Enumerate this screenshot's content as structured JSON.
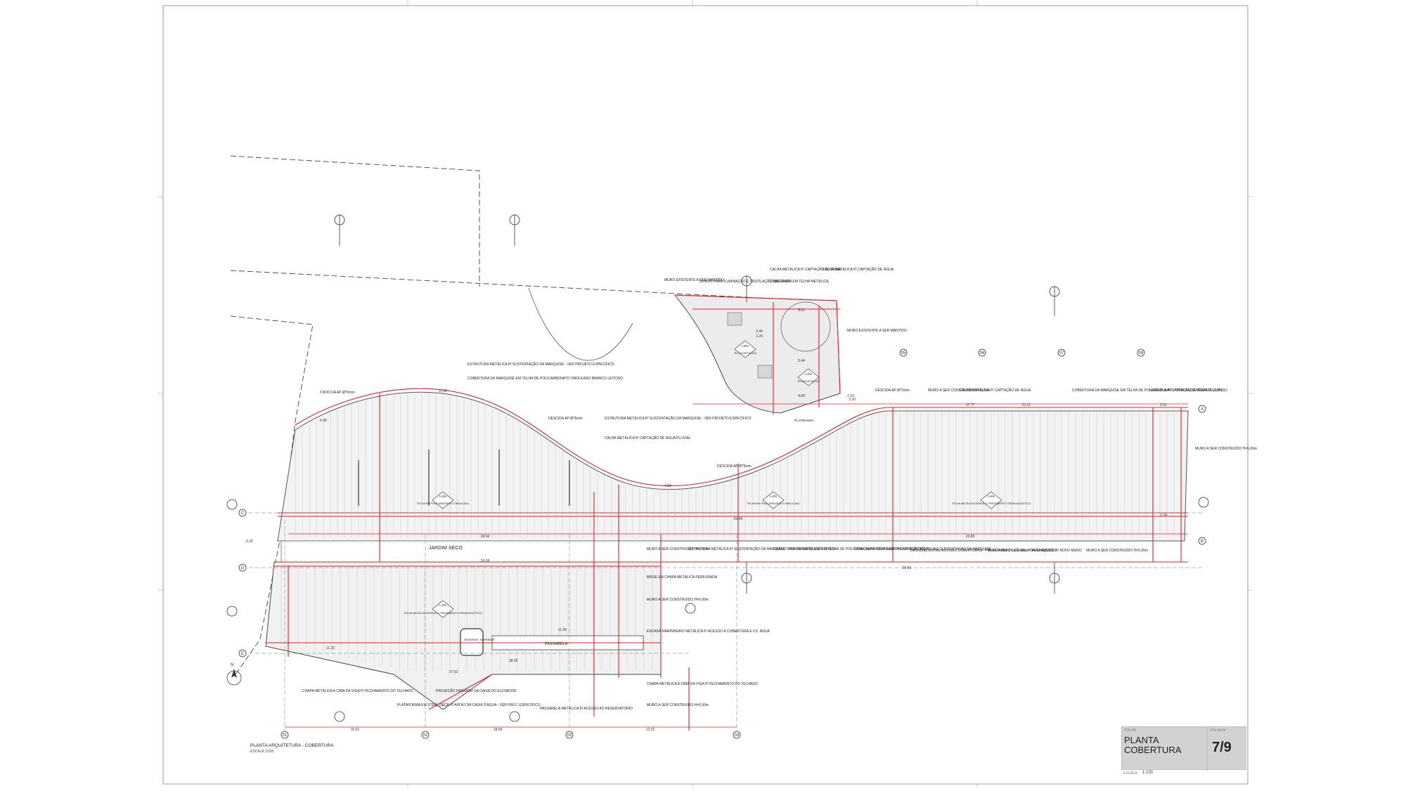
{
  "title_block": {
    "label": "FOLHA",
    "title_line1": "PLANTA",
    "title_line2": "COBERTURA",
    "sheet_label": "FOLHA Nº",
    "sheet_number": "7/9",
    "scale_label": "ESCALA",
    "scale": "1:100"
  },
  "plan_caption": {
    "title": "PLANTA ARQUITETURA - COBERTURA",
    "scale": "ESCALA 1/100"
  },
  "labels": {
    "jardim": "JARDIM SECO",
    "passarela": "PASSARELA",
    "reservatorio": "RESERVAT. SUPERIOR",
    "platibanda": "PLATIBANDA",
    "north": "N"
  },
  "roof_tags": [
    {
      "slope": "i=3%",
      "text": "TELHA EM POLICARBONATO ONDULADO"
    },
    {
      "slope": "i=3%",
      "text": "TELHA EM POLICARBONATO ONDULADO"
    },
    {
      "slope": "i=3%",
      "text": "TELHA METÁLICA ZIPADA C/ TRATAMENTO TERMOACÚSTICO"
    },
    {
      "slope": "i=5%",
      "text": "TELHA METÁLICA ZIPADA C/ TRATAMENTO TERMOACÚSTICO"
    },
    {
      "slope": "i=5%",
      "text": "TELHA METÁLICA"
    },
    {
      "slope": "i=5%",
      "text": "TELHA METÁLICA"
    }
  ],
  "notes": [
    "CROCCIA AP Ø75mm",
    "ESTRUTURA METÁLICA P/ SUSTENTAÇÃO DA MARQUISE - VER PROJETO ESPECÍFICO",
    "COBERTURA DA MARQUISE EM TELHA DE POLICARBONATO ONDULADO BRANCO LEITOSO",
    "DESCIDA AP Ø75mm",
    "ESTRUTURA METÁLICA P/ SUSTENTAÇÃO DA MARQUISE - VER PROJETO ESPECÍFICO",
    "CALHA METÁLICA P/ CAPTAÇÃO DE ÁGUA PLUVIAL",
    "MURO EXISTENTE A SER MANTIDO",
    "DOMUS PARA ILUMINAÇÃO E VENTILAÇÃO NATURAIS",
    "CALHA METÁLICA P/ CAPTAÇÃO DE ÁGUA",
    "COBERTURA EM TELHA METÁLICA",
    "CALHA METÁLICA P/ CAPTAÇÃO DE ÁGUA",
    "MURO EXISTENTE A SER MANTIDO",
    "DESCIDA AP Ø75mm",
    "MURO A SER CONSTRUÍDO H=5,00m",
    "CALHA METÁLICA P/ CAPTAÇÃO DE ÁGUA",
    "COBERTURA DA MARQUISE EM TELHA DE POLICARBONATO ONDULADO BRANCO LEITOSO",
    "GÁRGULA P/ CAPTAÇÃO DE ÁGUA PLUVIAL",
    "MURO A SER CONSTRUÍDO H=5,00m",
    "DESCIDA AP Ø75mm",
    "MURO A SER CONSTRUÍDO H=5,00m",
    "ESTRUTURA METÁLICA P/ SUSTENTAÇÃO DA MARQUISE - VER PROJETO ESPECÍFICO",
    "COBERTURA DA MARQUISE EM TELHA DE POLICARBONATO ONDULADO BRANCO LEITOSO",
    "VIGA CALHA DE BORDO P/ CAPTAÇÃO DE ÁGUA E SUSTENTAÇÃO DA MARQUISE",
    "DESNÍVEL ENTRE AS DUAS COBERTURAS - PREVER RUFO LATERAL P/ FECHAMENTO",
    "AFASTAMENTO DE 50cm DA MARQUISE P/ NOVO MURO",
    "MURO A SER CONSTRUÍDO H=5,00m",
    "BRISE EM CHAPA METÁLICA PERFURADA",
    "MURO A SER CONSTRUÍDO H=5,00m",
    "ESCADA MARINHEIRO METÁLICA P/ ACESSO À COBERTURA E CX. ÁGUA",
    "CHAPA METÁLICA A CIMA DA VIGA P/ FECHAMENTO DO TELHADO",
    "PROJEÇÃO INFERIOR DA CAIXA DO ELEVADOR",
    "PLATAFORMA EM STEEL DECK P/ APOIO DA CAIXA D'ÁGUA - VER PROJ. ESPECÍFICO",
    "CHAPA METÁLICA A CIMA DA VIGA P/ FECHAMENTO DO TELHADO",
    "MURO A SER CONSTRUÍDO H=5,00m",
    "PASSARELA METÁLICA P/ ACESSO AO RESERVATÓRIO"
  ],
  "grid": {
    "rows": [
      "A",
      "B",
      "C",
      "D",
      "E"
    ],
    "cols": [
      "01",
      "02",
      "03",
      "04",
      "05",
      "06",
      "07",
      "08"
    ]
  },
  "dimensions": [
    "11.42",
    "4.89",
    "28.56",
    "28.58",
    "53.46",
    "21.21",
    "17.77",
    "25.89",
    "28.59",
    "2.74",
    "3.20",
    "5.01",
    "2.10",
    "5.44",
    "4.84",
    "6.40",
    "27.63",
    "18.28",
    "15.01",
    "18.99",
    "12.22",
    "11.99",
    "6.20",
    "11.23",
    "2.01",
    "1.26",
    "3.44"
  ]
}
